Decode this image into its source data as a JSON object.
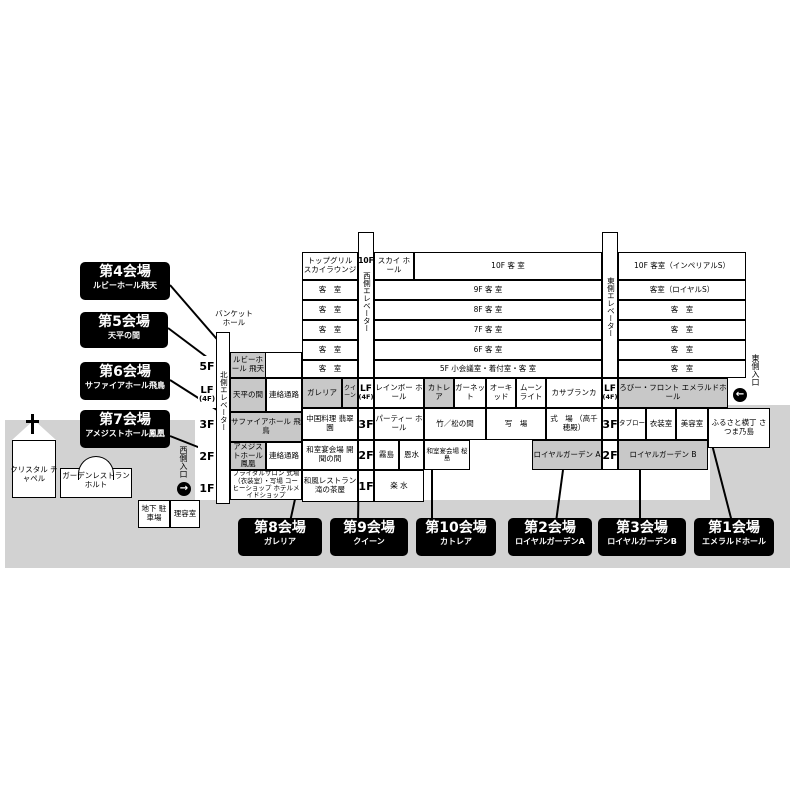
{
  "venues": {
    "v4": {
      "title": "第4会場",
      "sub": "ルビーホール飛天"
    },
    "v5": {
      "title": "第5会場",
      "sub": "天平の間"
    },
    "v6": {
      "title": "第6会場",
      "sub": "サファイアホール飛鳥"
    },
    "v7": {
      "title": "第7会場",
      "sub": "アメジストホール鳳凰"
    },
    "v8": {
      "title": "第8会場",
      "sub": "ガレリア"
    },
    "v9": {
      "title": "第9会場",
      "sub": "クイーン"
    },
    "v10": {
      "title": "第10会場",
      "sub": "カトレア"
    },
    "v2": {
      "title": "第2会場",
      "sub": "ロイヤルガーデンA"
    },
    "v3": {
      "title": "第3会場",
      "sub": "ロイヤルガーデンB"
    },
    "v1": {
      "title": "第1会場",
      "sub": "エメラルドホール"
    }
  },
  "floors": {
    "f10": "10F",
    "f5": "5F",
    "lf": "LF",
    "lf_sub": "(4F)",
    "f3": "3F",
    "f2": "2F",
    "f1": "1F"
  },
  "elevators": {
    "west": "西側エレベーター",
    "east": "東側エレベーター",
    "north": "北側エレベーター"
  },
  "entrances": {
    "west": "西側入口",
    "east": "東側入口"
  },
  "rooms": {
    "top_grill": "トップグリル スカイラウンジ",
    "sky_hall": "スカイ ホール",
    "tenf_west": "10F 客 室",
    "tenf_east": "10F 客室（インペリアルS）",
    "guest": "客　室",
    "ninef": "9F 客 室",
    "royal_s": "客室（ロイヤルS）",
    "eightf": "8F 客 室",
    "sevenf": "7F 客 室",
    "sixf": "6F 客 室",
    "fivef": "5F 小会議室・着付室・客 室",
    "banquet_hall": "バンケット ホール",
    "ruby": "ルビーホール 飛天",
    "tenpyo": "天平の間",
    "sapphire": "サファイアホール 飛鳥",
    "amethyst": "アメジストホール 鳳凰",
    "bridal": "ブライダルサロン 式場（衣装室）・写場 コーヒーショップ ホテルメイドショップ",
    "renraku1": "連絡通路",
    "renraku2": "連絡通路",
    "galleria": "ガレリア",
    "queen": "クイーン",
    "chinese": "中国料理 翡翠園",
    "wafu_kaikyo": "和室宴会場 開聞の間",
    "wafu_restaurant": "和風レストラン 滝の茶屋",
    "rainbow": "レインボー ホール",
    "cattleya": "カトレア",
    "garnet": "ガーネット",
    "orchid": "オーキッド",
    "moonlight": "ムーン ライト",
    "casablanca": "カサブランカ",
    "lobby": "ろびー・フロント エメラルドホール",
    "party_hall": "パーティー ホール",
    "take_matsu": "竹／松の間",
    "shaba": "写　場",
    "shikijo": "式　場 （高千穂殿）",
    "taburo": "タブロー",
    "isho": "衣装室",
    "biyo": "美容室",
    "furusato": "ふるさと横丁 さつま乃島",
    "kiri": "霧島",
    "onsui": "恩水",
    "wafu_sakura": "和室宴会場 桜 島",
    "rakusui": "楽 水",
    "royal_a": "ロイヤルガーデン A",
    "royal_b": "ロイヤルガーデン B",
    "chika": "地下 駐車場",
    "riyo": "理容室",
    "crystal": "クリスタル チャペル",
    "garden_rest": "ガーデンレストラン ホルト"
  }
}
